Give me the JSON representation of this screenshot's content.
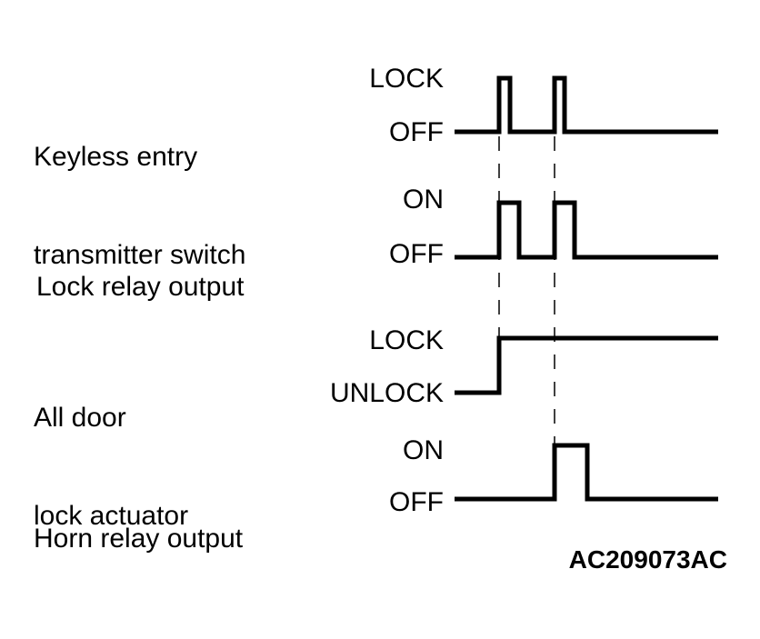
{
  "signals": [
    {
      "id": "keyless-entry-transmitter-switch",
      "name": [
        "Keyless entry",
        "transmitter switch"
      ],
      "high_label": "LOCK",
      "low_label": "OFF"
    },
    {
      "id": "lock-relay-output",
      "name": [
        "Lock relay output"
      ],
      "high_label": "ON",
      "low_label": "OFF"
    },
    {
      "id": "all-door-lock-actuator",
      "name": [
        "All door",
        "lock actuator"
      ],
      "high_label": "LOCK",
      "low_label": "UNLOCK"
    },
    {
      "id": "horn-relay-output",
      "name": [
        "Horn relay output"
      ],
      "high_label": "ON",
      "low_label": "OFF"
    }
  ],
  "figure_code": "AC209073AC",
  "line_color": "#000000"
}
